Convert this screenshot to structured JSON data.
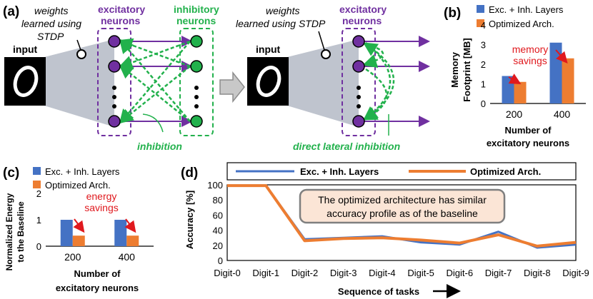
{
  "panel_a": {
    "label": "(a)",
    "left": {
      "weights_line1": "weights",
      "weights_line2": "learned using",
      "weights_line3": "STDP",
      "input": "input",
      "exc_line1": "excitatory",
      "exc_line2": "neurons",
      "inh_line1": "inhibitory",
      "inh_line2": "neurons",
      "inhibition": "inhibition"
    },
    "right": {
      "weights_line1": "weights",
      "weights_line2": "learned using STDP",
      "input": "input",
      "exc_line1": "excitatory",
      "exc_line2": "neurons",
      "lateral": "direct lateral inhibition"
    },
    "colors": {
      "excitatory": "#7030A0",
      "inhibitory": "#22B14C",
      "arrow": "#C0C0C0"
    }
  },
  "panel_b": {
    "label": "(b)",
    "annotation_line1": "memory",
    "annotation_line2": "savings"
  },
  "panel_c": {
    "label": "(c)",
    "annotation_line1": "energy",
    "annotation_line2": "savings"
  },
  "panel_d": {
    "label": "(d)",
    "note_line1": "The optimized architecture has similar",
    "note_line2": "accuracy profile as of the baseline",
    "arrow_glyph": "→"
  },
  "chart_data": [
    {
      "id": "b",
      "type": "bar",
      "categories": [
        "200",
        "400"
      ],
      "series": [
        {
          "name": "Exc. + Inh. Layers",
          "values": [
            1.4,
            3.1
          ],
          "color": "#4472C4"
        },
        {
          "name": "Optimized Arch.",
          "values": [
            1.1,
            2.3
          ],
          "color": "#ED7D31"
        }
      ],
      "xlabel": "Number of excitatory neurons",
      "xlabel_line1": "Number of",
      "xlabel_line2": "excitatory neurons",
      "ylabel": "Memory Footprint [MB]",
      "ylabel_line1": "Memory",
      "ylabel_line2": "Footprint [MB]",
      "ylim": [
        0,
        4
      ],
      "yticks": [
        "0",
        "1",
        "2",
        "3",
        "4"
      ],
      "legend": "top"
    },
    {
      "id": "c",
      "type": "bar",
      "categories": [
        "200",
        "400"
      ],
      "series": [
        {
          "name": "Exc. + Inh. Layers",
          "values": [
            1.0,
            1.0
          ],
          "color": "#4472C4"
        },
        {
          "name": "Optimized Arch.",
          "values": [
            0.4,
            0.4
          ],
          "color": "#ED7D31"
        }
      ],
      "xlabel": "Number of excitatory neurons",
      "xlabel_line1": "Number of",
      "xlabel_line2": "excitatory neurons",
      "ylabel": "Normalized Energy to the Baseline",
      "ylabel_line1": "Normalized Energy",
      "ylabel_line2": "to the Baseline",
      "ylim": [
        0,
        2
      ],
      "yticks": [
        "0",
        "1",
        "2"
      ],
      "legend": "top"
    },
    {
      "id": "d",
      "type": "line",
      "x": [
        "Digit-0",
        "Digit-1",
        "Digit-2",
        "Digit-3",
        "Digit-4",
        "Digit-5",
        "Digit-6",
        "Digit-7",
        "Digit-8",
        "Digit-9"
      ],
      "series": [
        {
          "name": "Exc. + Inh. Layers",
          "values": [
            99,
            99,
            28,
            30,
            32,
            24,
            21,
            38,
            17,
            21
          ],
          "color": "#4472C4"
        },
        {
          "name": "Optimized Arch.",
          "values": [
            99,
            99,
            26,
            29,
            30,
            27,
            23,
            34,
            19,
            24
          ],
          "color": "#ED7D31"
        }
      ],
      "xlabel": "Sequence of tasks",
      "ylabel": "Accuracy [%]",
      "ylim": [
        0,
        100
      ],
      "yticks": [
        "0",
        "20",
        "40",
        "60",
        "80",
        "100"
      ],
      "legend": "top"
    }
  ]
}
